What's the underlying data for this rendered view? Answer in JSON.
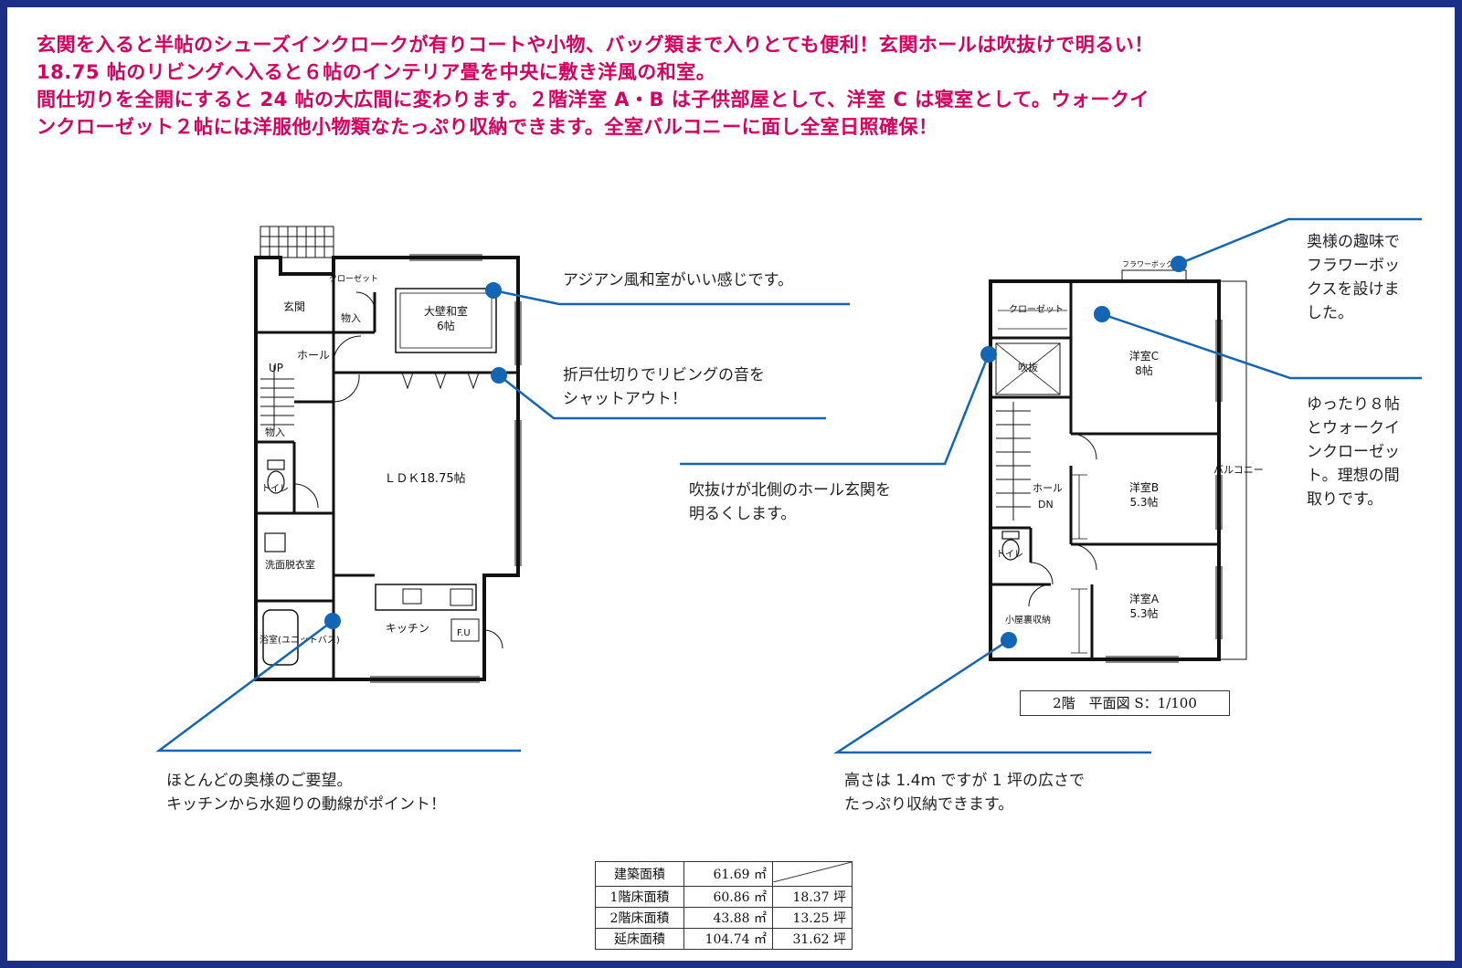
{
  "headline": [
    "玄関を入ると半帖のシューズインクロークが有りコートや小物、バッグ類まで入りとても便利！玄関ホールは吹抜けで明るい！",
    "18.75 帖のリビングへ入ると６帖のインテリア畳を中央に敷き洋風の和室。",
    "間仕切りを全開にすると 24 帖の大広間に変わります。２階洋室 A・B は子供部屋として、洋室 C は寝室として。ウォークイ",
    "ンクローゼット２帖には洋服他小物類なたっぷり収納できます。全室バルコニーに面し全室日照確保！"
  ],
  "notes": {
    "washitsu": [
      "アジアン風和室がいい感じです。"
    ],
    "orido": [
      "折戸仕切りでリビングの音を",
      "シャットアウト！"
    ],
    "fukinuke": [
      "吹抜けが北側のホール玄関を",
      "明るくします。"
    ],
    "mizumawari": [
      "ほとんどの奥様のご要望。",
      "キッチンから水廻りの動線がポイント！"
    ],
    "koyaura": [
      "高さは 1.4m ですが 1 坪の広さで",
      "たっぷり収納できます。"
    ],
    "flowerbox": [
      "奥様の趣味で",
      "フラワーボッ",
      "クスを設けま",
      "した。"
    ],
    "walkin": [
      "ゆったり８帖",
      "とウォークイ",
      "ンクローゼッ",
      "ト。理想の間",
      "取りです。"
    ]
  },
  "floor1": {
    "genkan": "玄関",
    "closet": "クローゼット",
    "monoire1": "物入",
    "washitsu_name": "大壁和室",
    "washitsu_size": "6帖",
    "hall": "ホール",
    "up": "UP",
    "monoire2": "物入",
    "toilet": "トイレ",
    "ldk": "ＬＤＫ18.75帖",
    "senmen": "洗面脱衣室",
    "yokushitsu": "浴室(ユニットバス)",
    "kitchen": "キッチン",
    "fu": "F.U"
  },
  "floor2": {
    "flowerbox": "フラワーボックス",
    "closet": "クローゼット",
    "fukinuke": "吹抜",
    "room_c_name": "洋室C",
    "room_c_size": "8帖",
    "hall": "ホール",
    "dn": "DN",
    "room_b_name": "洋室B",
    "room_b_size": "5.3帖",
    "balcony": "バルコニー",
    "toilet": "トイレ",
    "koyaura": "小屋裏収納",
    "room_a_name": "洋室A",
    "room_a_size": "5.3帖"
  },
  "scale_label": "2階　平面図 S：1/100",
  "area_table": [
    {
      "label": "建築面積",
      "sqm": "61.69 ㎡",
      "tsubo": ""
    },
    {
      "label": "1階床面積",
      "sqm": "60.86 ㎡",
      "tsubo": "18.37 坪"
    },
    {
      "label": "2階床面積",
      "sqm": "43.88 ㎡",
      "tsubo": "13.25 坪"
    },
    {
      "label": "延床面積",
      "sqm": "104.74 ㎡",
      "tsubo": "31.62 坪"
    }
  ],
  "colors": {
    "border": "#1c2f87",
    "headline": "#d6005f",
    "leader": "#1565b5",
    "wall": "#111111"
  }
}
